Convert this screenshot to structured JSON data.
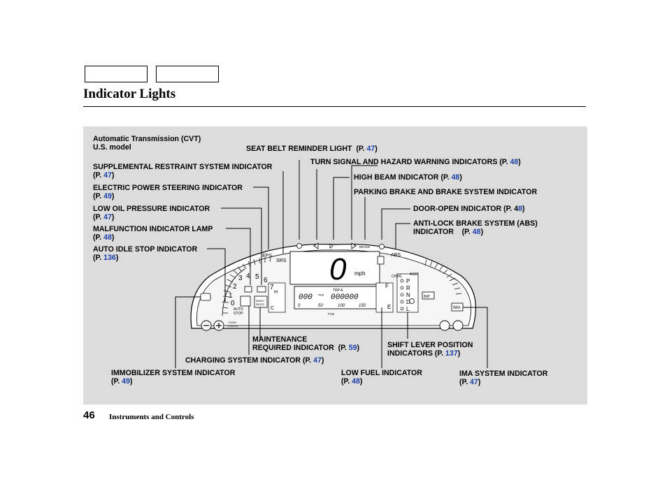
{
  "page": {
    "title": "Indicator Lights",
    "page_number": "46",
    "section": "Instruments and Controls"
  },
  "model_note": {
    "line1": "Automatic Transmission (CVT)",
    "line2": "U.S. model"
  },
  "labels": {
    "seatbelt": {
      "text": "SEAT BELT REMINDER LIGHT",
      "pref": "(P. ",
      "page": "47",
      "suf": ")"
    },
    "turn": {
      "text": "TURN SIGNAL AND HAZARD WARNING INDICATORS",
      "pref": "(P. ",
      "page": "48",
      "suf": ")"
    },
    "highbeam": {
      "text": "HIGH BEAM INDICATOR",
      "pref": "(P. ",
      "page": "48",
      "suf": ")"
    },
    "parking": {
      "text": "PARKING BRAKE AND BRAKE SYSTEM INDICATOR"
    },
    "door": {
      "text": "DOOR-OPEN INDICATOR",
      "pref": "(P. 4",
      "page": "8",
      "suf": ")"
    },
    "abs": {
      "text": "ANTI-LOCK BRAKE SYSTEM (ABS)",
      "text2": "INDICATOR",
      "pref": "(P. ",
      "page": "48",
      "suf": ")"
    },
    "srs": {
      "text": "SUPPLEMENTAL RESTRAINT SYSTEM INDICATOR",
      "pref": "(P. ",
      "page": "47",
      "suf": ")"
    },
    "eps": {
      "text": "ELECTRIC POWER STEERING INDICATOR",
      "pref": "(P. ",
      "page": "49",
      "suf": ")"
    },
    "oil": {
      "text": "LOW OIL PRESSURE INDICATOR",
      "pref": "(P. ",
      "page": "47",
      "suf": ")"
    },
    "mil": {
      "text": "MALFUNCTION INDICATOR LAMP",
      "pref": "(P. ",
      "page": "48",
      "suf": ")"
    },
    "autostop": {
      "text": "AUTO IDLE STOP INDICATOR",
      "pref": "(P. ",
      "page": "136",
      "suf": ")"
    },
    "maint": {
      "text": "MAINTENANCE",
      "text2": "REQUIRED INDICATOR",
      "pref": "(P. ",
      "page": "59",
      "suf": ")"
    },
    "charging": {
      "text": "CHARGING SYSTEM INDICATOR",
      "pref": "(P. ",
      "page": "47",
      "suf": ")"
    },
    "shift": {
      "text": "SHIFT LEVER POSITION",
      "text2": "INDICATORS",
      "pref": "(P. ",
      "page": "137",
      "suf": ")"
    },
    "immob": {
      "text": "IMMOBILIZER SYSTEM INDICATOR",
      "pref": "(P. ",
      "page": "49",
      "suf": ")"
    },
    "lowfuel": {
      "text": "LOW FUEL INDICATOR",
      "pref": "(P. ",
      "page": "48",
      "suf": ")"
    },
    "ima": {
      "text": "IMA SYSTEM INDICATOR",
      "pref": "(P. ",
      "page": "47",
      "suf": ")"
    }
  },
  "cluster": {
    "eps": "EPS",
    "srs": "SRS",
    "abs": "ABS",
    "brake": "BRAKE",
    "speed": "0",
    "speed_unit": "mph",
    "trip": "TRP A",
    "trip_value": "000000",
    "mpg_value": "000",
    "mpg_unit": "mpg",
    "scale": [
      "0",
      "50",
      "100",
      "150"
    ],
    "fcd": "FCD",
    "gears": [
      "P",
      "R",
      "N",
      "D",
      "L"
    ],
    "tach_numbers": [
      "1",
      "2",
      "3",
      "4",
      "5",
      "6",
      "7",
      "0"
    ],
    "auto_stop": "AUTO\nSTOP",
    "maint": "MAINT\nREQ'D",
    "push_cancel": "PUSH\nCANCEL",
    "ima": "IMA",
    "bat": "BAT",
    "chrg": "CHRG",
    "asst": "ASST",
    "fuel_f": "F",
    "fuel_e": "E",
    "temp_h": "H",
    "temp_c": "C"
  }
}
